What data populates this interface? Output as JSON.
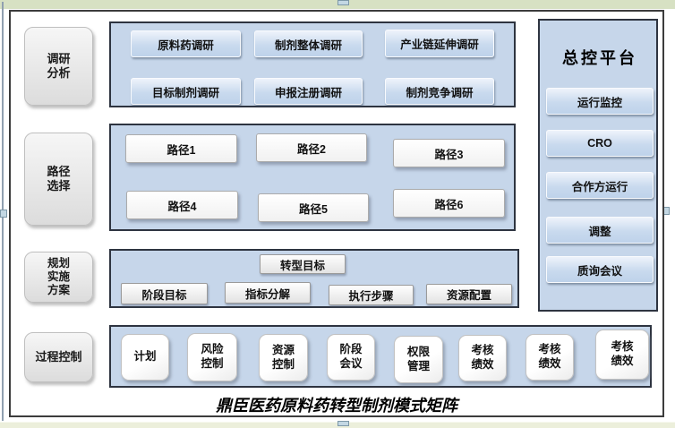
{
  "left_column": {
    "items": [
      {
        "label": "调研\n分析"
      },
      {
        "label": "路径\n选择"
      },
      {
        "label": "规划\n实施\n方案"
      },
      {
        "label": "过程控制"
      }
    ]
  },
  "research_panel": {
    "buttons": [
      "原料药调研",
      "制剂整体调研",
      "产业链延伸调研",
      "目标制剂调研",
      "申报注册调研",
      "制剂竞争调研"
    ]
  },
  "path_panel": {
    "buttons": [
      "路径1",
      "路径2",
      "路径3",
      "路径4",
      "路径5",
      "路径6"
    ]
  },
  "plan_panel": {
    "goal_button": "转型目标",
    "buttons": [
      "阶段目标",
      "指标分解",
      "执行步骤",
      "资源配置"
    ]
  },
  "process_panel": {
    "boxes": [
      "计划",
      "风险\n控制",
      "资源\n控制",
      "阶段\n会议",
      "权限\n管理",
      "考核\n绩效",
      "考核\n绩效",
      "考核\n绩效"
    ]
  },
  "control_panel": {
    "title": "总控平台",
    "buttons": [
      "运行监控",
      "CRO",
      "合作方运行",
      "调整",
      "质询会议"
    ]
  },
  "footer": {
    "title": "鼎臣医药原料药转型制剂模式矩阵"
  },
  "colors": {
    "panel_blue": "#c6d6ea",
    "panel_border": "#2e3440",
    "frame_border": "#3c3c3c",
    "strip_green_top": "#d7e1c3",
    "strip_green_bottom": "#ecefdb",
    "handle_blue": "#c3d7e3"
  }
}
